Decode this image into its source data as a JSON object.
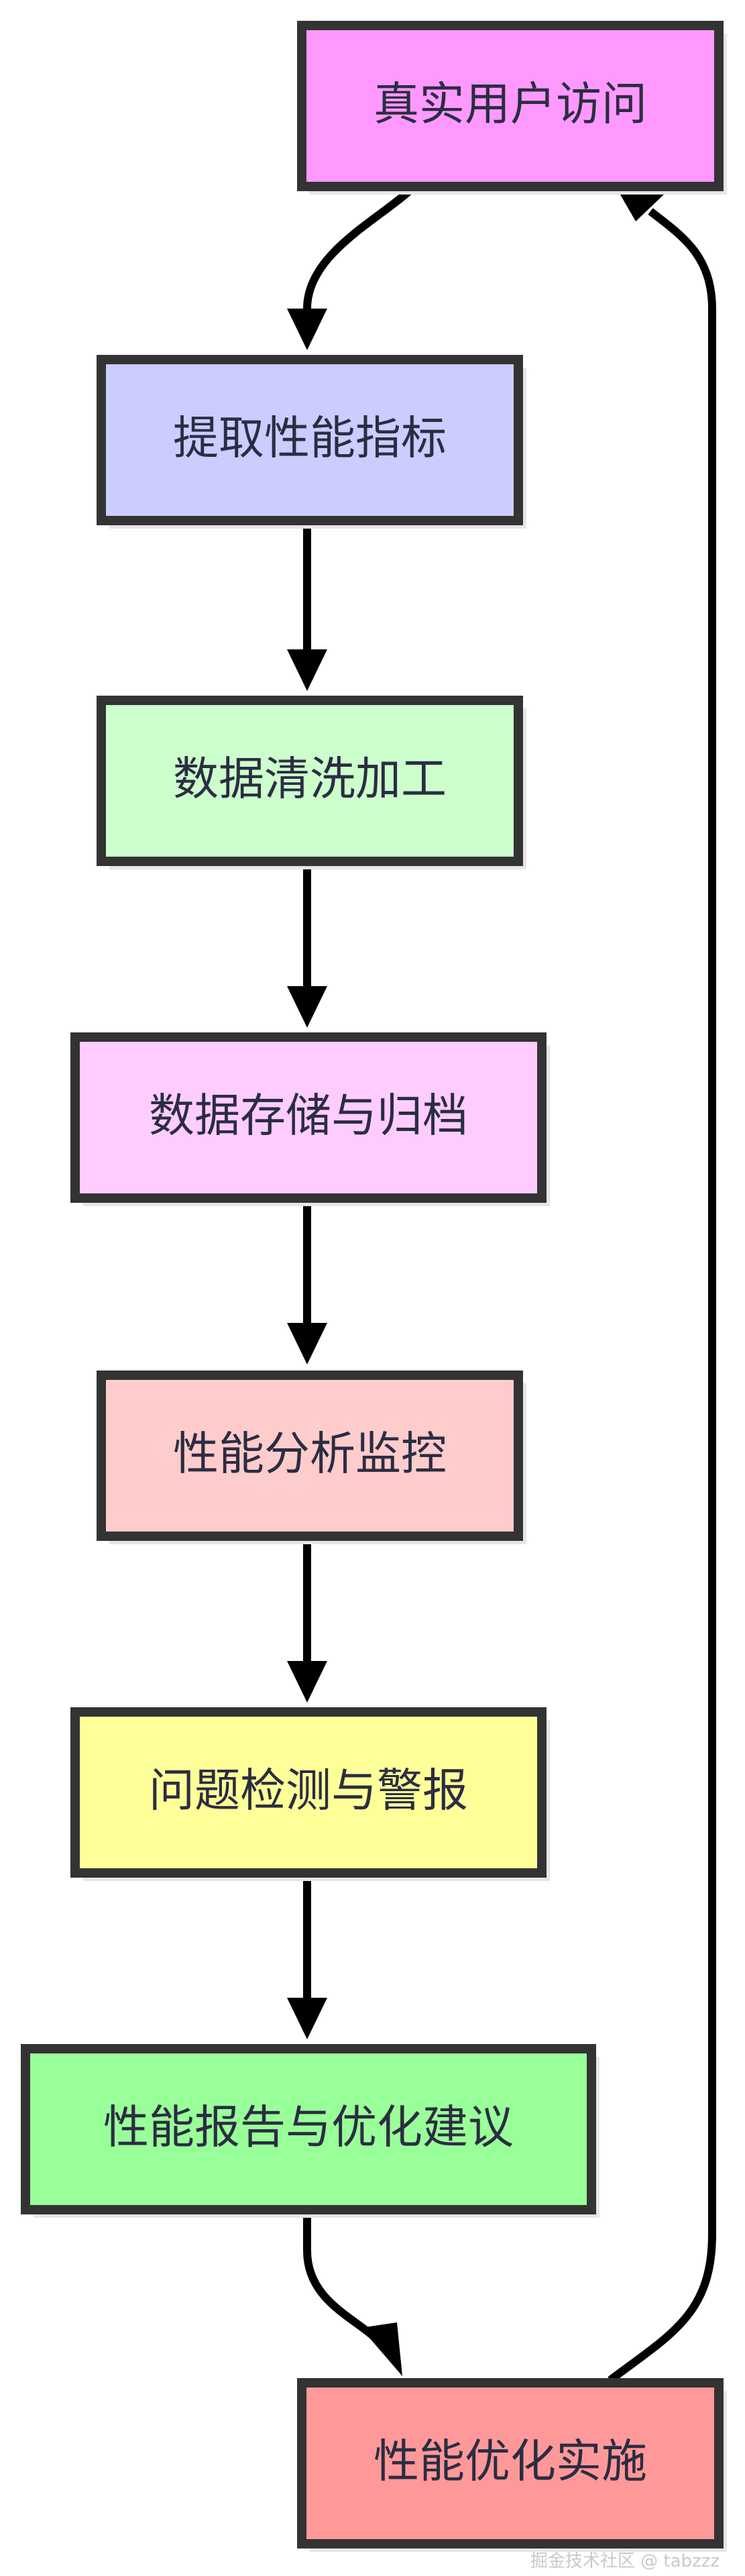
{
  "nodes": [
    {
      "id": "real-user-visit",
      "label": "真实用户访问",
      "fill": "#ff99ff"
    },
    {
      "id": "extract-metrics",
      "label": "提取性能指标",
      "fill": "#ccccff"
    },
    {
      "id": "data-cleaning",
      "label": "数据清洗加工",
      "fill": "#ccffcc"
    },
    {
      "id": "data-storage",
      "label": "数据存储与归档",
      "fill": "#ffccff"
    },
    {
      "id": "perf-analysis",
      "label": "性能分析监控",
      "fill": "#ffcccc"
    },
    {
      "id": "issue-detection",
      "label": "问题检测与警报",
      "fill": "#ffff99"
    },
    {
      "id": "perf-report",
      "label": "性能报告与优化建议",
      "fill": "#99ff99"
    },
    {
      "id": "perf-implement",
      "label": "性能优化实施",
      "fill": "#ff9999"
    }
  ],
  "edges": [
    {
      "from": "real-user-visit",
      "to": "extract-metrics"
    },
    {
      "from": "extract-metrics",
      "to": "data-cleaning"
    },
    {
      "from": "data-cleaning",
      "to": "data-storage"
    },
    {
      "from": "data-storage",
      "to": "perf-analysis"
    },
    {
      "from": "perf-analysis",
      "to": "issue-detection"
    },
    {
      "from": "issue-detection",
      "to": "perf-report"
    },
    {
      "from": "perf-report",
      "to": "perf-implement"
    },
    {
      "from": "perf-implement",
      "to": "real-user-visit"
    }
  ],
  "colors": {
    "border": "#333333",
    "shadow": "#e6e6e6",
    "text": "#2b2d42",
    "edge": "#000000"
  },
  "watermark": "掘金技术社区 @ tabzzz"
}
